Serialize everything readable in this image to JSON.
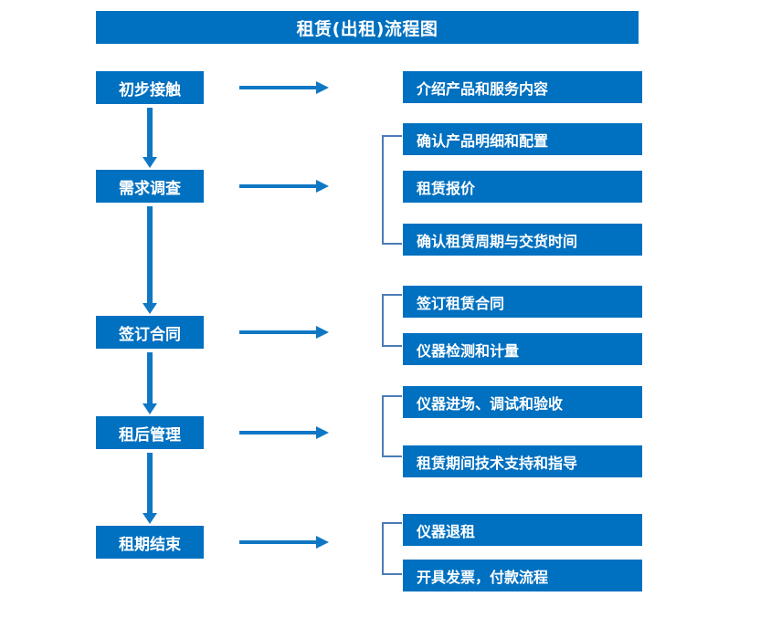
{
  "diagram": {
    "title": "租赁(出租)流程图",
    "theme": {
      "box_fill": "#0070c0",
      "box_text": "#ffffff",
      "arrow_color": "#0f77c4",
      "bracket_color": "#4a7cb5",
      "background": "#ffffff"
    },
    "stages": [
      {
        "id": "stage-1",
        "label": "初步接触"
      },
      {
        "id": "stage-2",
        "label": "需求调查"
      },
      {
        "id": "stage-3",
        "label": "签订合同"
      },
      {
        "id": "stage-4",
        "label": "租后管理"
      },
      {
        "id": "stage-5",
        "label": "租期结束"
      }
    ],
    "details": [
      {
        "id": "detail-1",
        "label": "介绍产品和服务内容"
      },
      {
        "id": "detail-2",
        "label": "确认产品明细和配置"
      },
      {
        "id": "detail-3",
        "label": "租赁报价"
      },
      {
        "id": "detail-4",
        "label": "确认租赁周期与交货时间"
      },
      {
        "id": "detail-5",
        "label": "签订租赁合同"
      },
      {
        "id": "detail-6",
        "label": "仪器检测和计量"
      },
      {
        "id": "detail-7",
        "label": "仪器进场、调试和验收"
      },
      {
        "id": "detail-8",
        "label": "租赁期间技术支持和指导"
      },
      {
        "id": "detail-9",
        "label": "仪器退租"
      },
      {
        "id": "detail-10",
        "label": "开具发票，付款流程"
      }
    ],
    "connections": {
      "stage_to_detail_arrows": 5,
      "stage_to_stage_arrows": 4,
      "group_brackets": 4
    }
  }
}
